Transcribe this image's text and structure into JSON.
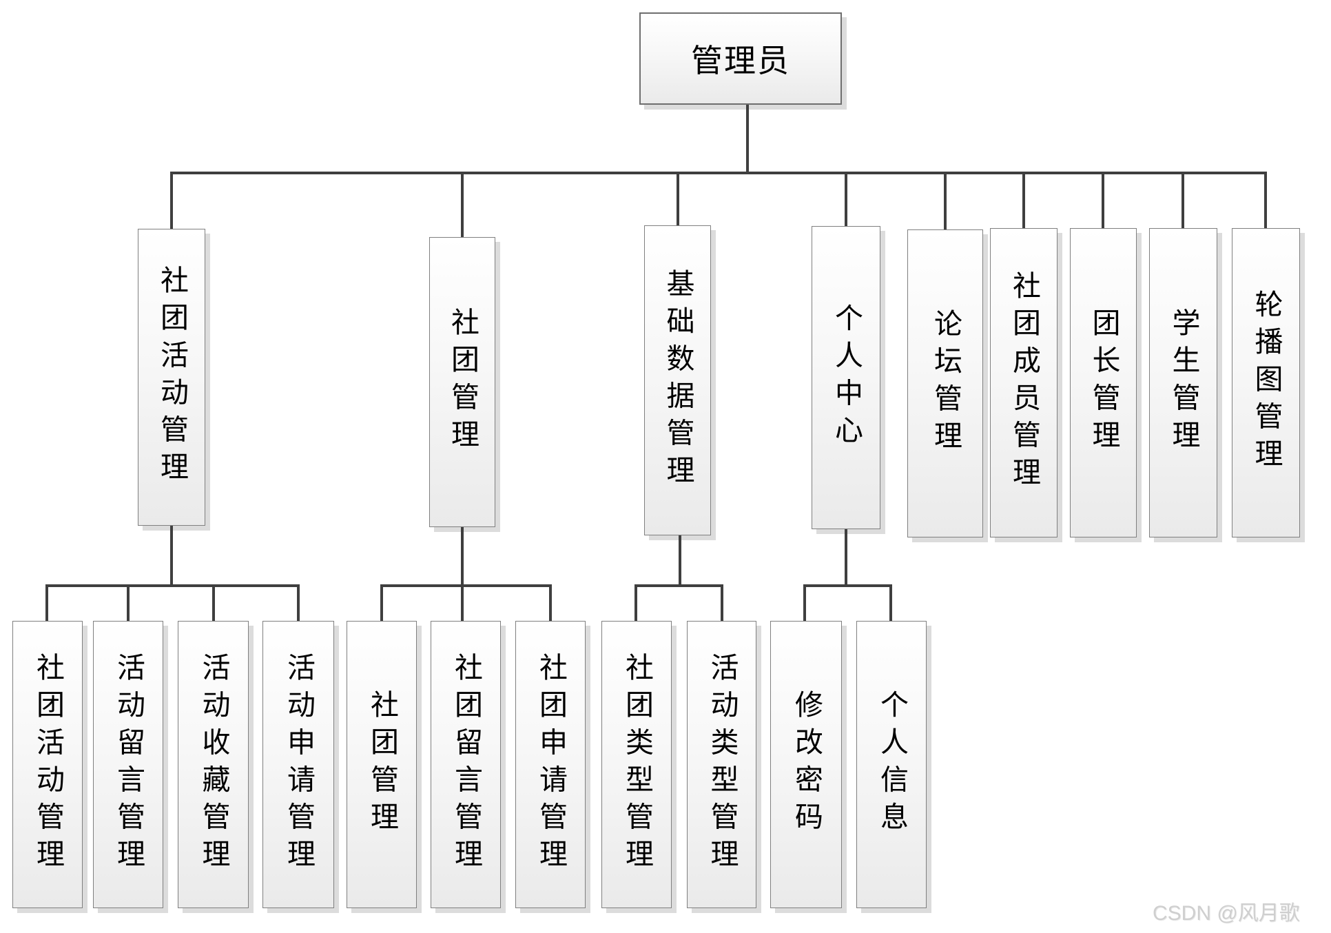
{
  "org": {
    "root": {
      "label": "管理员"
    },
    "branches": [
      {
        "label": "社团活动管理",
        "children": [
          "社团活动管理",
          "活动留言管理",
          "活动收藏管理",
          "活动申请管理"
        ]
      },
      {
        "label": "社团管理",
        "children": [
          "社团管理",
          "社团留言管理",
          "社团申请管理"
        ]
      },
      {
        "label": "基础数据管理",
        "children": [
          "社团类型管理",
          "活动类型管理"
        ]
      },
      {
        "label": "个人中心",
        "children": [
          "修改密码",
          "个人信息"
        ]
      },
      {
        "label": "论坛管理",
        "children": []
      },
      {
        "label": "社团成员管理",
        "children": []
      },
      {
        "label": "团长管理",
        "children": []
      },
      {
        "label": "学生管理",
        "children": []
      },
      {
        "label": "轮播图管理",
        "children": []
      }
    ]
  },
  "watermark": {
    "text": "CSDN @风月歌"
  },
  "colors": {
    "line": "#3f3f3f",
    "box_border": "#7f7f7f",
    "box_fill_top": "#ffffff",
    "box_fill_bottom": "#eaeaea",
    "shadow": "#dcdcdc",
    "watermark": "#cfcfcf",
    "text": "#000000",
    "background": "#ffffff"
  }
}
